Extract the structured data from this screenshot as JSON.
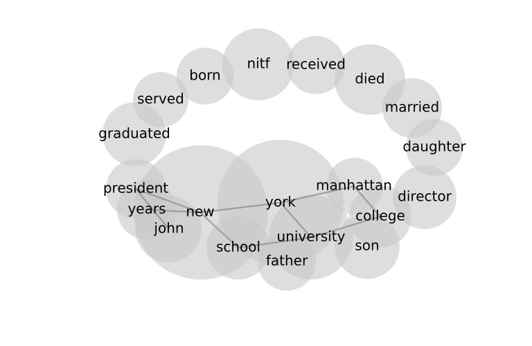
{
  "colors": {
    "bubble": "#c8c8c8",
    "edge": "#888888",
    "text": "#000000",
    "background": "#ffffff"
  },
  "nodes": [
    {
      "id": "nitf",
      "label": "nitf"
    },
    {
      "id": "received",
      "label": "received"
    },
    {
      "id": "born",
      "label": "born"
    },
    {
      "id": "died",
      "label": "died"
    },
    {
      "id": "served",
      "label": "served"
    },
    {
      "id": "married",
      "label": "married"
    },
    {
      "id": "graduated",
      "label": "graduated"
    },
    {
      "id": "daughter",
      "label": "daughter"
    },
    {
      "id": "president",
      "label": "president"
    },
    {
      "id": "years",
      "label": "years"
    },
    {
      "id": "john",
      "label": "john"
    },
    {
      "id": "new",
      "label": "new"
    },
    {
      "id": "york",
      "label": "york"
    },
    {
      "id": "manhattan",
      "label": "manhattan"
    },
    {
      "id": "director",
      "label": "director"
    },
    {
      "id": "college",
      "label": "college"
    },
    {
      "id": "school",
      "label": "school"
    },
    {
      "id": "university",
      "label": "university"
    },
    {
      "id": "son",
      "label": "son"
    },
    {
      "id": "father",
      "label": "father"
    }
  ],
  "edges": [
    {
      "source": "president",
      "target": "new"
    },
    {
      "source": "president",
      "target": "john"
    },
    {
      "source": "years",
      "target": "new"
    },
    {
      "source": "new",
      "target": "york"
    },
    {
      "source": "new",
      "target": "school"
    },
    {
      "source": "york",
      "target": "manhattan"
    },
    {
      "source": "york",
      "target": "university"
    },
    {
      "source": "manhattan",
      "target": "college"
    },
    {
      "source": "school",
      "target": "university"
    },
    {
      "source": "university",
      "target": "college"
    }
  ]
}
